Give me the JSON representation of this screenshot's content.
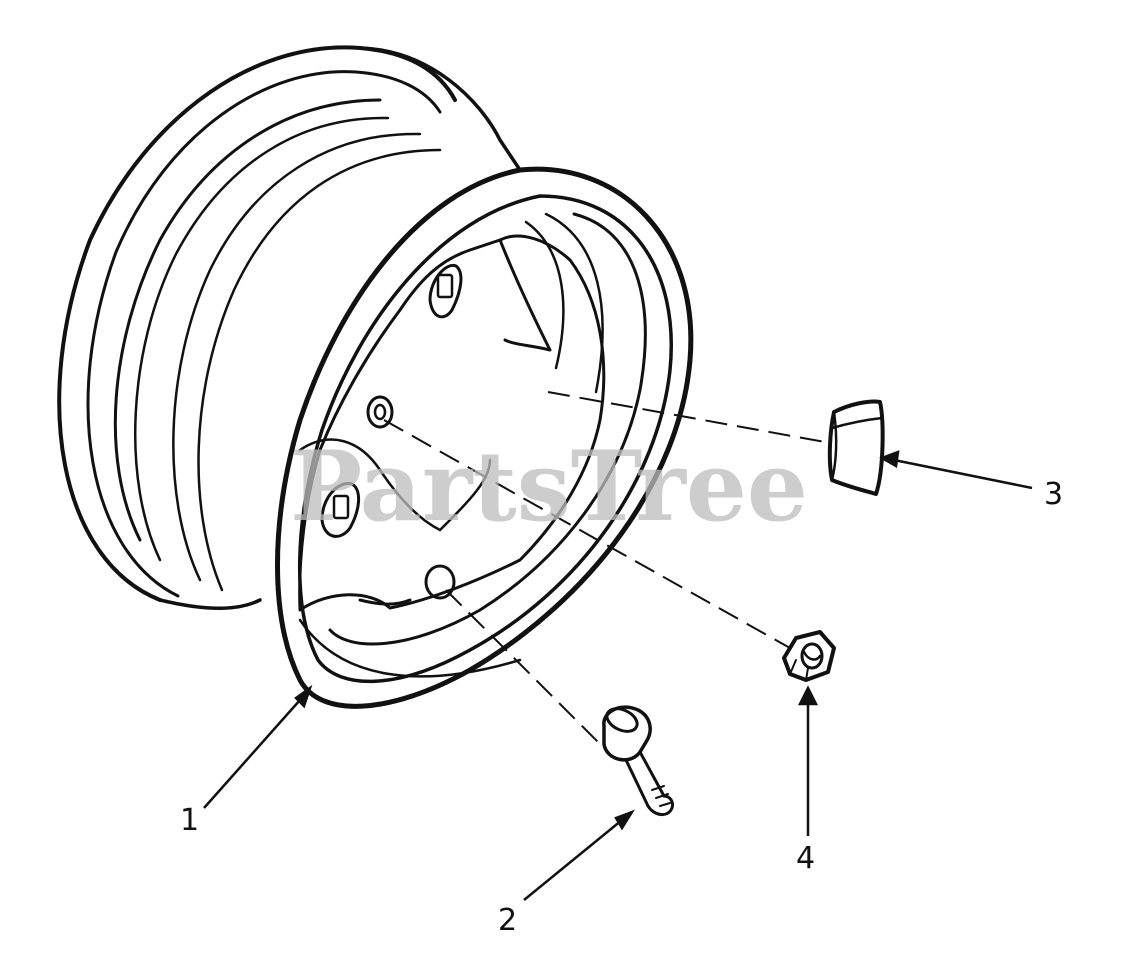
{
  "watermark": "PartsTree",
  "colors": {
    "ink": "#111111",
    "watermark": "#bdbdbd",
    "background": "#ffffff"
  },
  "parts": [
    {
      "id": "wheel-rim",
      "label": "1"
    },
    {
      "id": "valve-stem",
      "label": "2"
    },
    {
      "id": "wheel-weight",
      "label": "3"
    },
    {
      "id": "lug-nut",
      "label": "4"
    }
  ]
}
